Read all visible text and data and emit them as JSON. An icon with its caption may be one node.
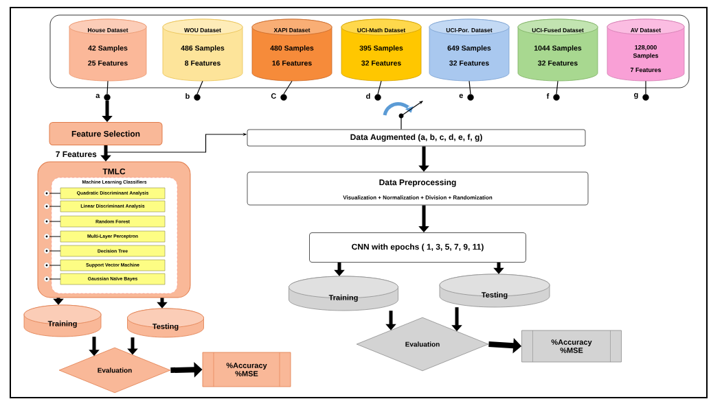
{
  "diagram": {
    "nodes": [
      {
        "text": [],
        "shape": "box"
      },
      {
        "text": [
          "House Dataset",
          "42 Samples",
          "25 Features"
        ],
        "in": 0
      },
      {
        "text": [
          "WOU Dataset",
          "486 Samples",
          "8 Features"
        ],
        "in": 0
      },
      {
        "text": [
          "XAPI Dataset",
          "480 Samples",
          "16 Features"
        ],
        "in": 0
      },
      {
        "text": [
          "UCI-Math Dataset",
          "395 Samples",
          "32 Features"
        ],
        "in": 0
      },
      {
        "text": [
          "UCI-Por. Dataset",
          "649 Samples",
          "32 Features"
        ],
        "in": 0
      },
      {
        "text": [
          "UCI-Fused Dataset",
          "1044 Samples",
          "32 Features"
        ],
        "in": 0
      },
      {
        "text": [
          "AV Dataset",
          "128,000 Samples",
          "7 Features"
        ],
        "in": 0
      },
      {
        "text": [
          "Feature Selection"
        ]
      },
      {
        "text": [
          "TMLC"
        ]
      },
      {
        "text": [
          "Machine Learning Classifiers"
        ],
        "in": 9
      },
      {
        "text": [
          "Quadratic Discriminant Analysis"
        ],
        "in": 10
      },
      {
        "text": [
          "Linear Discriminant Analysis"
        ],
        "in": 10
      },
      {
        "text": [
          "Random Forest"
        ],
        "in": 10
      },
      {
        "text": [
          "Multi-Layer Perceptron"
        ],
        "in": 10
      },
      {
        "text": [
          "Decision Tree"
        ],
        "in": 10
      },
      {
        "text": [
          "Support Vector Machine"
        ],
        "in": 10
      },
      {
        "text": [
          "Gaussian Naïve Bayes"
        ],
        "in": 10
      },
      {
        "text": [
          "Training"
        ]
      },
      {
        "text": [
          "Testing"
        ]
      },
      {
        "text": [
          "Evaluation"
        ]
      },
      {
        "text": [
          "%Accuracy %MSE"
        ]
      },
      {
        "text": [
          "Data Augmented (a, b, c, d, e, f, g)"
        ]
      },
      {
        "text": [
          "Data Preprocessing",
          "Visualization + Normalization + Division + Randomization"
        ]
      },
      {
        "text": [
          "CNN with epochs ( 1, 3, 5, 7, 9, 11)"
        ]
      },
      {
        "text": [
          "Training"
        ]
      },
      {
        "text": [
          "Testing"
        ]
      },
      {
        "text": [
          "Evaluation"
        ]
      },
      {
        "text": [
          "%Accuracy %MSE"
        ]
      },
      {
        "text": [],
        "shape": "switch"
      },
      {
        "text": [],
        "shape": "circle",
        "beside": [
          "a"
        ]
      },
      {
        "text": [],
        "shape": "circle",
        "beside": [
          "b"
        ]
      },
      {
        "text": [],
        "shape": "circle",
        "beside": [
          "C"
        ]
      },
      {
        "text": [],
        "shape": "circle",
        "beside": [
          "d"
        ]
      },
      {
        "text": [],
        "shape": "circle",
        "beside": [
          "e"
        ]
      },
      {
        "text": [],
        "shape": "circle",
        "beside": [
          "f"
        ]
      },
      {
        "text": [],
        "shape": "circle",
        "beside": [
          "g"
        ]
      }
    ],
    "edges": [
      {
        "from": 1,
        "to": 30,
        "arrow": "none"
      },
      {
        "from": 30,
        "to": 8,
        "arrow": "to"
      },
      {
        "from": 2,
        "to": 31,
        "arrow": "none"
      },
      {
        "from": 3,
        "to": 32,
        "arrow": "none"
      },
      {
        "from": 4,
        "to": 33,
        "arrow": "none"
      },
      {
        "from": 5,
        "to": 34,
        "arrow": "none"
      },
      {
        "from": 6,
        "to": 35,
        "arrow": "none"
      },
      {
        "from": 7,
        "to": 36,
        "arrow": "none"
      },
      {
        "from": 8,
        "to": 9,
        "arrow": "to",
        "label": "7 Features"
      },
      {
        "from": 8,
        "to": 22,
        "arrow": "to"
      },
      {
        "from": 9,
        "to": 18,
        "arrow": "to"
      },
      {
        "from": 9,
        "to": 19,
        "arrow": "to"
      },
      {
        "from": 18,
        "to": 20,
        "arrow": "to"
      },
      {
        "from": 19,
        "to": 20,
        "arrow": "to"
      },
      {
        "from": 20,
        "to": 21,
        "arrow": "to"
      },
      {
        "from": 22,
        "to": 29,
        "arrow": "none"
      },
      {
        "from": 22,
        "to": 23,
        "arrow": "to"
      },
      {
        "from": 23,
        "to": 24,
        "arrow": "to"
      },
      {
        "from": 24,
        "to": 25,
        "arrow": "to"
      },
      {
        "from": 24,
        "to": 26,
        "arrow": "to"
      },
      {
        "from": 25,
        "to": 27,
        "arrow": "to"
      },
      {
        "from": 26,
        "to": 27,
        "arrow": "to"
      },
      {
        "from": 27,
        "to": 28,
        "arrow": "to"
      }
    ]
  }
}
